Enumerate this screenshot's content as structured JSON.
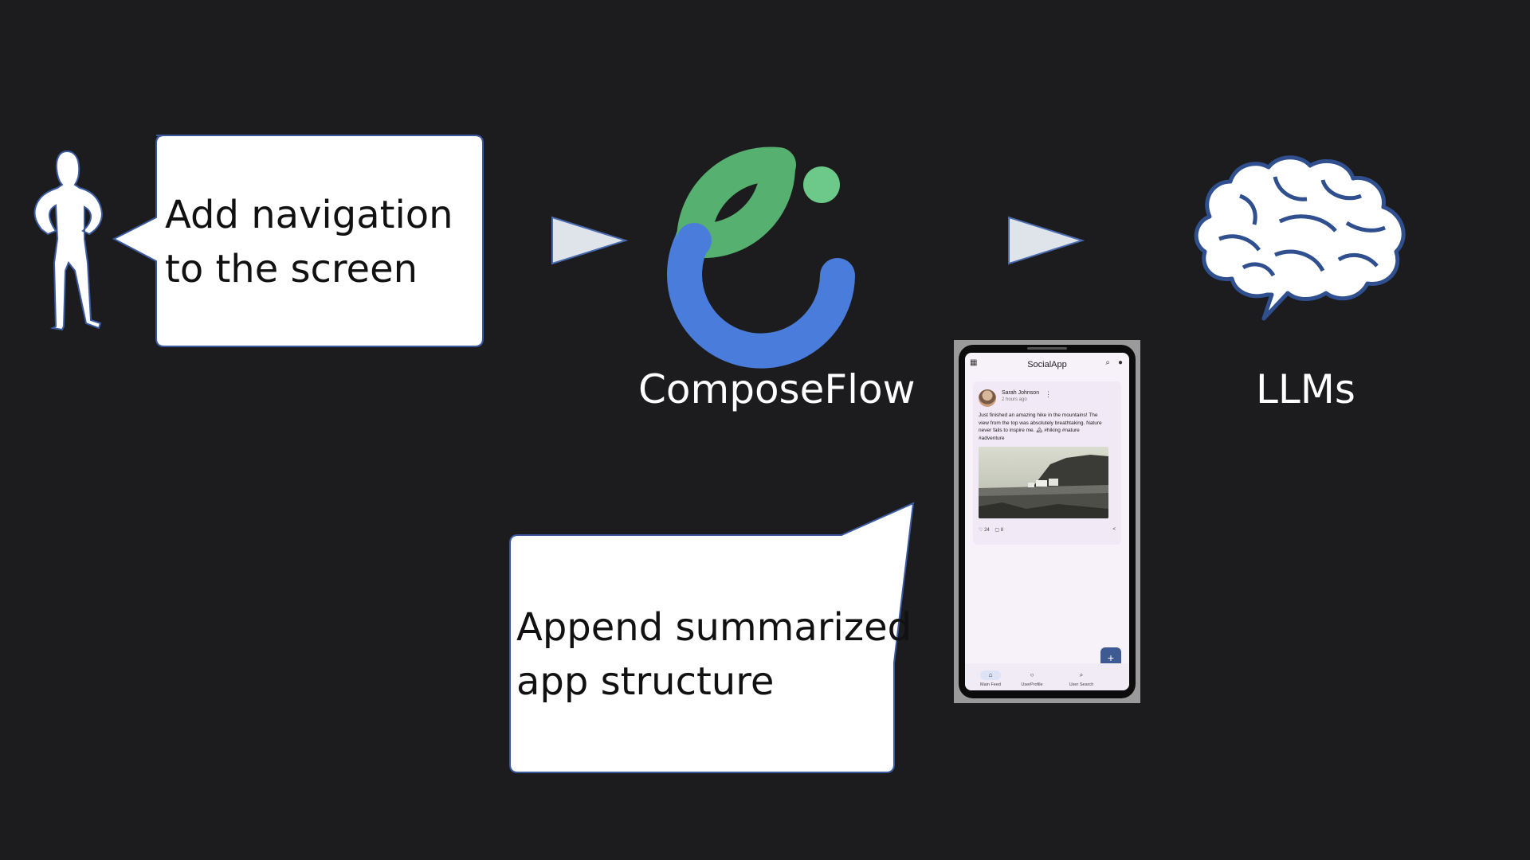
{
  "request_bubble": {
    "line1": "Add navigation",
    "line2": "to the screen"
  },
  "composeflow": {
    "label": "ComposeFlow",
    "colors": {
      "green": "#56b06f",
      "blue": "#4a7ddb",
      "dot": "#6cc98a"
    }
  },
  "llm": {
    "label": "LLMs",
    "icon": "brain-icon"
  },
  "append_bubble": {
    "line1": "Append summarized",
    "line2": "app structure"
  },
  "phone_app": {
    "title": "SocialApp",
    "post": {
      "author": "Sarah Johnson",
      "time": "2 hours ago",
      "text": "Just finished an amazing hike in the mountains! The view from the top was absolutely breathtaking. Nature never fails to inspire me. 🏔 #hiking #nature #adventure",
      "likes": "24",
      "comments": "8"
    },
    "fab_label": "+",
    "nav": [
      {
        "label": "Main Feed",
        "icon": "home-icon"
      },
      {
        "label": "UserProfile",
        "icon": "person-icon"
      },
      {
        "label": "User Search",
        "icon": "search-icon"
      }
    ]
  },
  "colors": {
    "background": "#1c1c1e",
    "bubble_fill": "#ffffff",
    "bubble_stroke": "#3b5aa0",
    "arrow_fill": "#dfe3ea",
    "arrow_stroke": "#4a6ab0"
  }
}
